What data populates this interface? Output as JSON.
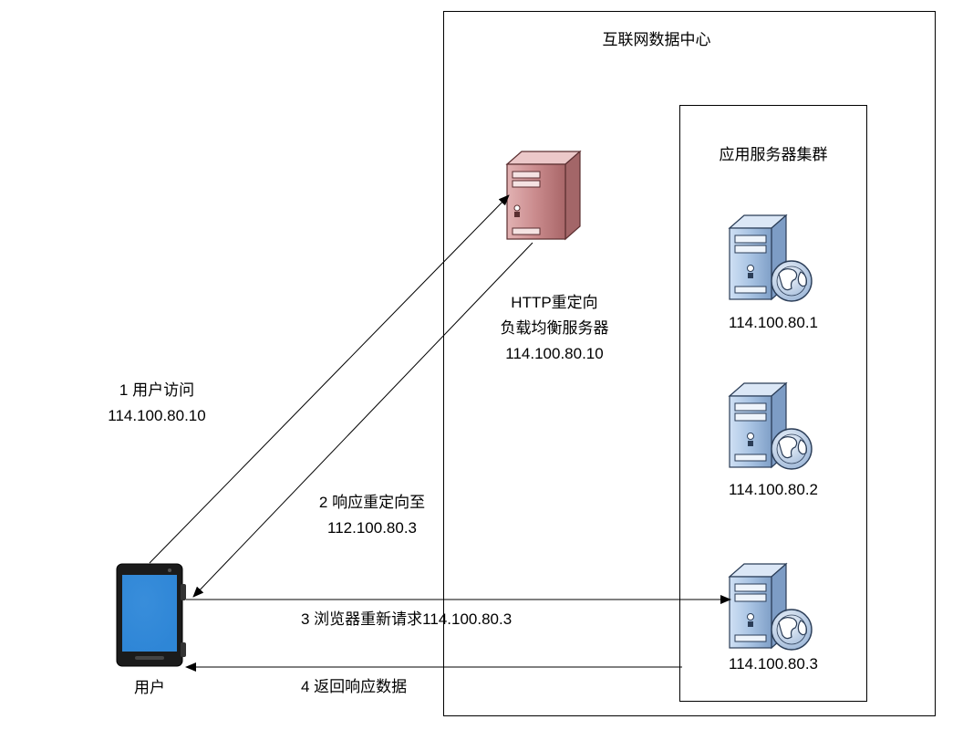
{
  "datacenter": {
    "title": "互联网数据中心"
  },
  "cluster": {
    "title": "应用服务器集群"
  },
  "load_balancer": {
    "name_line1": "HTTP重定向",
    "name_line2": "负载均衡服务器",
    "ip": "114.100.80.10"
  },
  "servers": [
    {
      "ip": "114.100.80.1"
    },
    {
      "ip": "114.100.80.2"
    },
    {
      "ip": "114.100.80.3"
    }
  ],
  "user": {
    "label": "用户"
  },
  "steps": {
    "step1_line1": "1 用户访问",
    "step1_line2": "114.100.80.10",
    "step2_line1": "2 响应重定向至",
    "step2_line2": "112.100.80.3",
    "step3": "3 浏览器重新请求114.100.80.3",
    "step4": "4 返回响应数据"
  },
  "colors": {
    "load_balancer": "#c98a8c",
    "app_server": "#a8c3e3",
    "phone_screen": "#1f7fd6",
    "line": "#000000"
  },
  "icons": {
    "load_balancer": "server-tower-icon",
    "app_server": "web-server-globe-icon",
    "user_device": "tablet-phone-icon"
  }
}
